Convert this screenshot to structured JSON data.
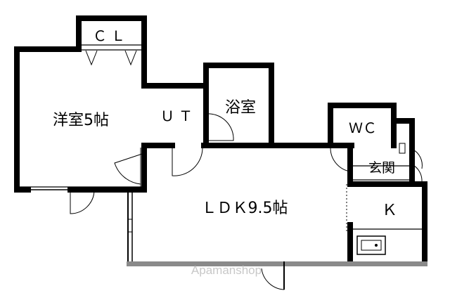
{
  "rooms": {
    "closet": "ＣＬ",
    "western_room": "洋室5帖",
    "utility": "ＵＴ",
    "bathroom": "浴室",
    "toilet": "ＷＣ",
    "entrance": "玄関",
    "ldk": "ＬＤＫ9.5帖",
    "kitchen": "Ｋ"
  },
  "watermark": "Apamanshop"
}
